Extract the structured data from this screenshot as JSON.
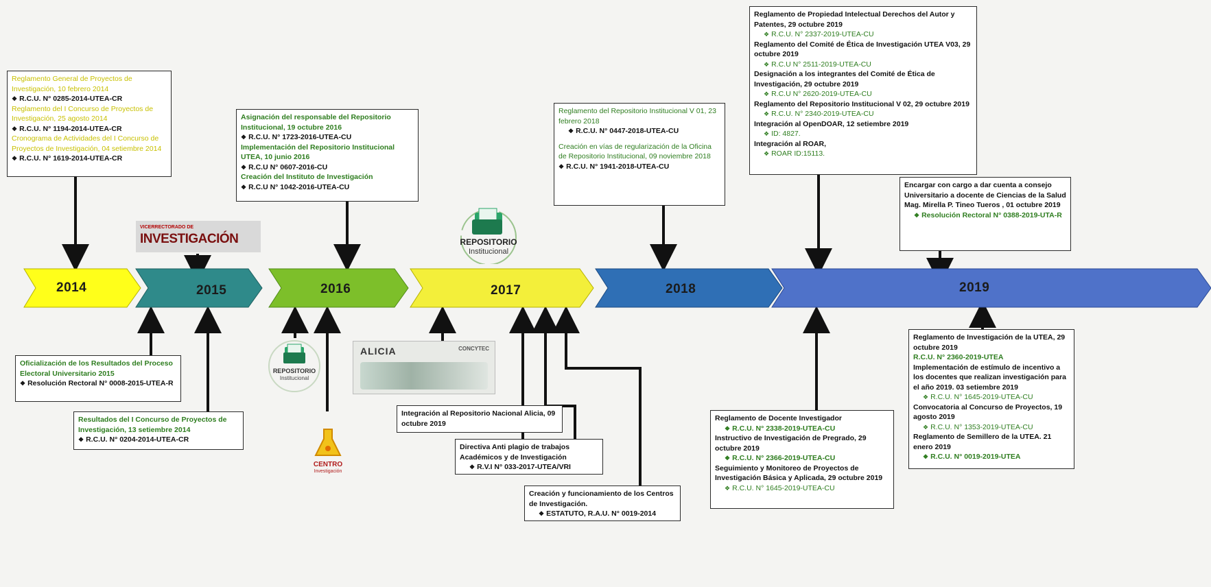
{
  "years": [
    "2014",
    "2015",
    "2016",
    "2017",
    "2018",
    "2019"
  ],
  "colors": {
    "y2014": "#ffff1a",
    "y2015": "#2f8a8a",
    "y2016": "#7dbf2a",
    "y2017": "#f3ef3a",
    "y2018": "#2f6fb5",
    "y2019": "#4f72c9"
  },
  "box2014": {
    "l1": "Reglamento General de Proyectos de Investigación, 10 febrero 2014",
    "l2": "R.C.U. N° 0285-2014-UTEA-CR",
    "l3": "Reglamento del I Concurso de Proyectos de Investigación, 25 agosto 2014",
    "l4": "R.C.U. N° 1194-2014-UTEA-CR",
    "l5": "Cronograma de Actividades del I Concurso de Proyectos de Investigación, 04 setiembre 2014",
    "l6": "R.C.U. N° 1619-2014-UTEA-CR"
  },
  "box2016": {
    "l1": "Asignación del responsable del Repositorio Institucional, 19 octubre 2016",
    "l2": "R.C.U. N° 1723-2016-UTEA-CU",
    "l3": "Implementación del Repositorio Institucional UTEA, 10 junio 2016",
    "l4": "R.C.U N° 0607-2016-CU",
    "l5": "Creación del Instituto de Investigación",
    "l6": "R.C.U N° 1042-2016-UTEA-CU"
  },
  "box2018": {
    "l1": "Reglamento del Repositorio Institucional V 01, 23 febrero 2018",
    "l2": "R.C.U. N° 0447-2018-UTEA-CU",
    "l3": "Creación en vías de regularización de la Oficina de Repositorio Institucional, 09 noviembre 2018",
    "l4": "R.C.U. N° 1941-2018-UTEA-CU"
  },
  "box2019top": {
    "l1": "Reglamento de Propiedad Intelectual Derechos del Autor y Patentes, 29 octubre 2019",
    "l2": "R.C.U. N° 2337-2019-UTEA-CU",
    "l3": "Reglamento del Comité de Ética de Investigación UTEA V03, 29 octubre 2019",
    "l4": "R.C.U N° 2511-2019-UTEA-CU",
    "l5": "Designación a los integrantes del Comité de Ética de Investigación, 29 octubre 2019",
    "l6": "R.C.U N° 2620-2019-UTEA-CU",
    "l7": "Reglamento del Repositorio Institucional V 02, 29 octubre 2019",
    "l8": "R.C.U. N° 2340-2019-UTEA-CU",
    "l9": "Integración al OpenDOAR, 12 setiembre 2019",
    "l10": "ID: 4827.",
    "l11": "Integración al ROAR,",
    "l12": "ROAR ID:15113."
  },
  "box2019enc": {
    "l1": "Encargar con cargo a dar cuenta a consejo Universitario a docente de Ciencias de la Salud Mag. Mirella P. Tineo Tueros , 01 octubre 2019",
    "l2": "Resolución Rectoral N° 0388-2019-UTA-R"
  },
  "box2015a": {
    "l1": "Oficialización de los Resultados del Proceso Electoral Universitario 2015",
    "l2": "Resolución Rectoral N° 0008-2015-UTEA-R"
  },
  "box2015b": {
    "l1": "Resultados del I Concurso de Proyectos de Investigación, 13 setiembre 2014",
    "l2": "R.C.U. N° 0204-2014-UTEA-CR"
  },
  "boxAlicia": {
    "l1": "Integración al Repositorio Nacional Alicia, 09 octubre 2019"
  },
  "boxAnti": {
    "l1": "Directiva Anti plagio de trabajos Académicos y de Investigación",
    "l2": "R.V.I N° 033-2017-UTEA/VRI"
  },
  "boxCentros": {
    "l1": "Creación y funcionamiento de los Centros de Investigación.",
    "l2": "ESTATUTO, R.A.U. N° 0019-2014"
  },
  "boxDocente": {
    "l1": "Reglamento de Docente Investigador",
    "l2": "R.C.U. N° 2338-2019-UTEA-CU",
    "l3": "Instructivo de Investigación de Pregrado, 29 octubre 2019",
    "l4": "R.C.U. N° 2366-2019-UTEA-CU",
    "l5": "Seguimiento y Monitoreo de Proyectos de Investigación Básica y Aplicada, 29 octubre 2019",
    "l6": "R.C.U. N° 1645-2019-UTEA-CU"
  },
  "box2019bot": {
    "l1": "Reglamento de Investigación de la UTEA, 29 octubre 2019",
    "l2": "R.C.U. N° 2360-2019-UTEA",
    "l3": "Implementación de estímulo de incentivo a los docentes que realizan investigación para el año 2019. 03 setiembre 2019",
    "l4": "R.C.U. N° 1645-2019-UTEA-CU",
    "l5": "Convocatoria al Concurso de Proyectos, 19 agosto 2019",
    "l6": "R.C.U. N° 1353-2019-UTEA-CU",
    "l7": "Reglamento de Semillero de la UTEA. 21 enero 2019",
    "l8": "R.C.U. N° 0019-2019-UTEA"
  },
  "logos": {
    "vicerrectorado_small": "VICERRECTORADO DE",
    "vicerrectorado_big": "INVESTIGACIÓN",
    "repo_title": "REPOSITORIO",
    "repo_sub": "Institucional",
    "centro_title": "CENTRO",
    "centro_sub": "Investigación",
    "alicia": "ALICIA",
    "concytec": "CONCYTEC"
  }
}
